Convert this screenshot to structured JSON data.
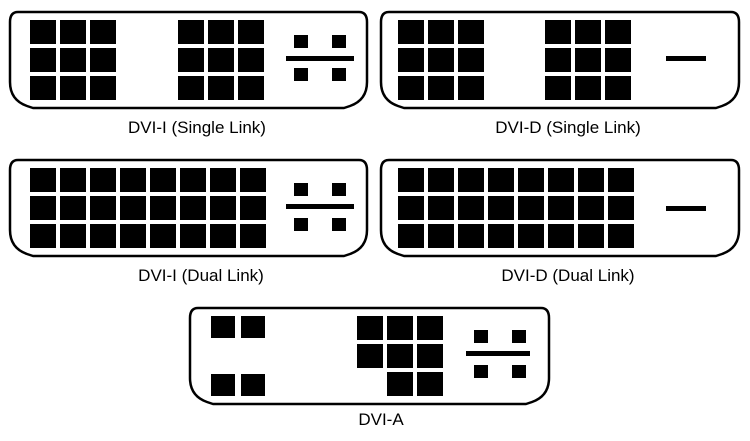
{
  "colors": {
    "background": "#ffffff",
    "outline": "#000000",
    "pin": "#000000"
  },
  "connectors": [
    {
      "id": "dvi-i-single",
      "label": "DVI-I (Single Link)",
      "shape": "wide",
      "digital_pin_block_1": "3x3 grid (9 contacts)",
      "digital_pin_block_2": "3x3 grid (9 contacts)",
      "analog_section": "flat blade with 4 analog contacts"
    },
    {
      "id": "dvi-d-single",
      "label": "DVI-D (Single Link)",
      "shape": "wide",
      "digital_pin_block_1": "3x3 grid (9 contacts)",
      "digital_pin_block_2": "3x3 grid (9 contacts)",
      "analog_section": "flat blade only"
    },
    {
      "id": "dvi-i-dual",
      "label": "DVI-I (Dual Link)",
      "shape": "wide",
      "digital_pin_block_1": "3x8 grid (24 contacts)",
      "analog_section": "flat blade with 4 analog contacts"
    },
    {
      "id": "dvi-d-dual",
      "label": "DVI-D (Dual Link)",
      "shape": "wide",
      "digital_pin_block_1": "3x8 grid (24 contacts)",
      "analog_section": "flat blade only"
    },
    {
      "id": "dvi-a",
      "label": "DVI-A",
      "shape": "narrow",
      "digital_pin_block_1": "two 2-contact rows",
      "digital_pin_block_2": "3x3 grid with 8 contacts",
      "analog_section": "flat blade with 4 analog contacts"
    }
  ]
}
